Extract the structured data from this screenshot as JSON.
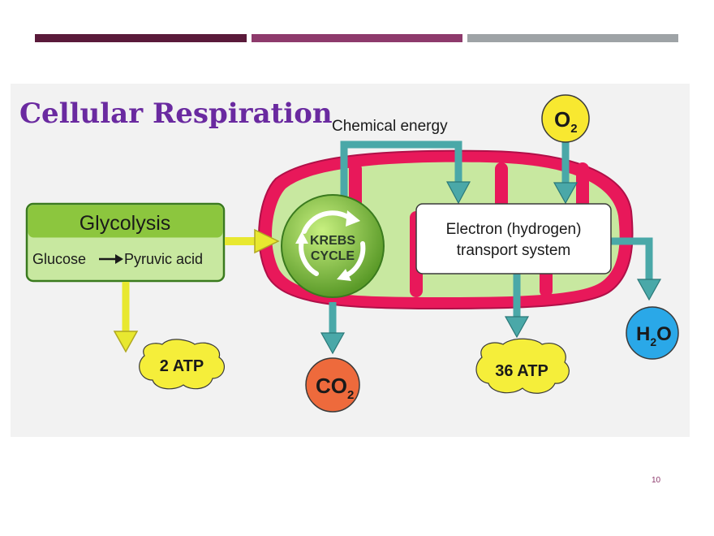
{
  "slide": {
    "title": "Cellular Respiration",
    "page_number": "10"
  },
  "diagram": {
    "chemical_energy_label": "Chemical energy",
    "oxygen": {
      "main": "O",
      "sub": "2"
    },
    "glycolysis": {
      "title": "Glycolysis",
      "glucose": "Glucose",
      "pyruvic_acid": "Pyruvic acid"
    },
    "krebs": {
      "line1": "KREBS",
      "line2": "CYCLE"
    },
    "electron_transport": {
      "line1": "Electron (hydrogen)",
      "line2": "transport system"
    },
    "atp_glycolysis": "2 ATP",
    "atp_transport": "36 ATP",
    "carbon_dioxide": {
      "main": "CO",
      "sub": "2"
    },
    "water": {
      "main": "H",
      "sub": "2",
      "tail": "O"
    }
  },
  "colors": {
    "title": "#6a2aa0",
    "membrane": "#e8185a",
    "matrix": "#c8e8a0",
    "arrow_teal": "#4aa8a8",
    "arrow_yellow": "#e8e830",
    "atp_yellow": "#f5ee3a",
    "co2_orange": "#ee6a3c",
    "h2o_blue": "#2aa8e8",
    "o2_yellow": "#f8e830",
    "krebs_green": "#6aa832"
  }
}
